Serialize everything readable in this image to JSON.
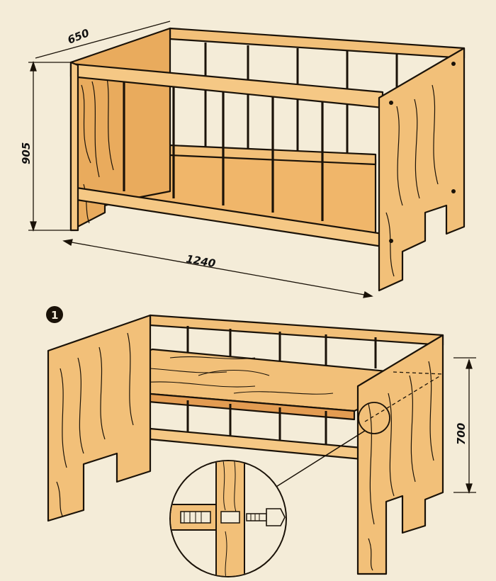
{
  "diagram": {
    "dimensions": {
      "depth": "650",
      "height": "905",
      "length": "1240",
      "bed_height": "700"
    },
    "figure_marker": "1",
    "colors": {
      "paper": "#f4ecd8",
      "wood": "#f2c079",
      "wood_dark": "#e8a65c",
      "ink": "#1a1208"
    }
  }
}
